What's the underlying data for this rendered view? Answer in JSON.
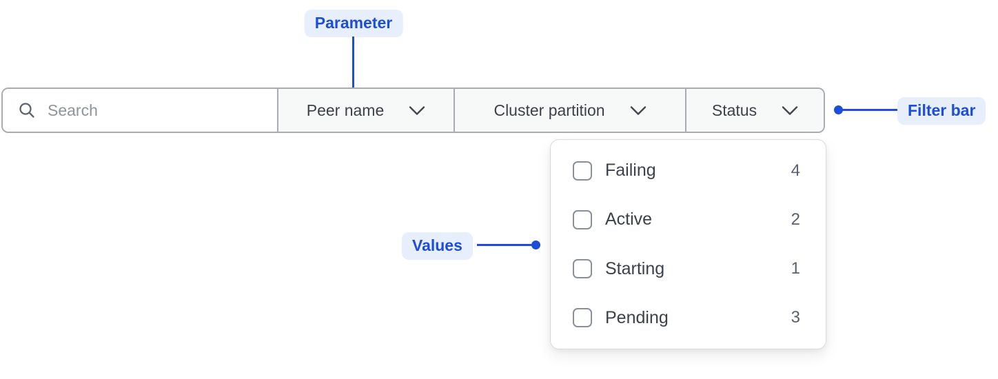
{
  "annotations": {
    "parameter": {
      "label": "Parameter"
    },
    "filter_bar": {
      "label": "Filter bar"
    },
    "values": {
      "label": "Values"
    }
  },
  "filter_bar": {
    "search": {
      "placeholder": "Search",
      "value": ""
    },
    "dropdowns": [
      {
        "label": "Peer name",
        "expanded": false
      },
      {
        "label": "Cluster partition",
        "expanded": false
      },
      {
        "label": "Status",
        "expanded": true
      }
    ]
  },
  "status_options": [
    {
      "label": "Failing",
      "count": 4,
      "checked": false
    },
    {
      "label": "Active",
      "count": 2,
      "checked": false
    },
    {
      "label": "Starting",
      "count": 1,
      "checked": false
    },
    {
      "label": "Pending",
      "count": 3,
      "checked": false
    }
  ],
  "theme": {
    "accent_blue": "#1d4ed8",
    "annotation_badge_bg": "#e8effc",
    "filter_text": "#3d424a",
    "muted_text": "#596070",
    "placeholder_text": "#8e939c",
    "bar_border": "#a8acb2",
    "panel_border": "#d9dbdf",
    "section_bg": "#f7f8f8",
    "checkbox_border": "#899099"
  }
}
